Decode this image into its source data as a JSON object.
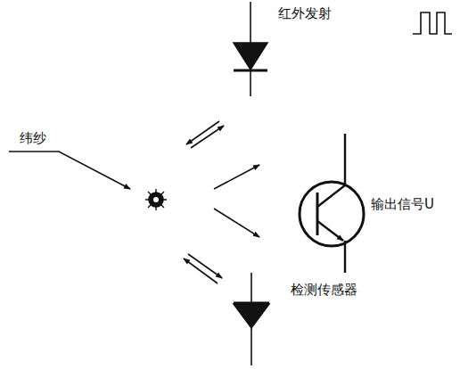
{
  "diagram": {
    "labels": [
      "红外发射",
      "纬纱",
      "输出信号U",
      "检测传感器"
    ]
  }
}
